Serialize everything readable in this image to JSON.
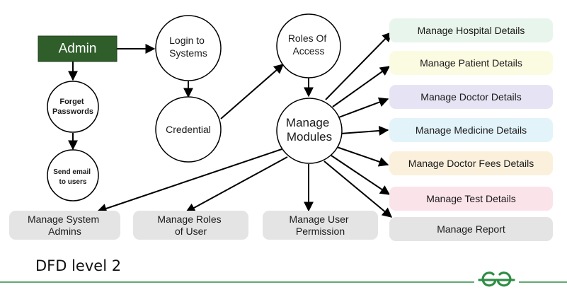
{
  "admin": {
    "label": "Admin",
    "fill": "#2f5e2a"
  },
  "processes": {
    "login": [
      "Login to",
      "Systems"
    ],
    "credential": "Credential",
    "roles": [
      "Roles Of",
      "Access"
    ],
    "manage": [
      "Manage",
      "Modules"
    ],
    "forget": [
      "Forget",
      "Passwords"
    ],
    "send_email": [
      "Send email",
      "to users"
    ]
  },
  "right_modules": [
    {
      "label": "Manage Hospital Details",
      "color": "#e8f5ec"
    },
    {
      "label": "Manage Patient Details",
      "color": "#fbfbe2"
    },
    {
      "label": "Manage Doctor Details",
      "color": "#e6e4f4"
    },
    {
      "label": "Manage Medicine Details",
      "color": "#e3f3fa"
    },
    {
      "label": "Manage Doctor Fees Details",
      "color": "#fbf0dc"
    },
    {
      "label": "Manage Test Details",
      "color": "#fbe3ea"
    },
    {
      "label": "Manage Report",
      "color": "#e4e4e4"
    }
  ],
  "bottom_modules": [
    {
      "label": [
        "Manage System",
        "Admins"
      ],
      "color": "#e4e4e4"
    },
    {
      "label": [
        "Manage Roles",
        "of User"
      ],
      "color": "#e4e4e4"
    },
    {
      "label": [
        "Manage User",
        "Permission"
      ],
      "color": "#e4e4e4"
    }
  ],
  "footer": {
    "caption": "DFD level 2",
    "logo_color": "#2f8d46"
  }
}
